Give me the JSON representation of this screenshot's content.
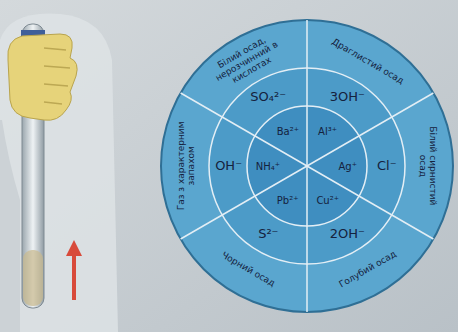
{
  "diagram": {
    "nodes": [
      {
        "text": [
          "Білий осад, нерозчинний в кислотах"
        ]
      },
      {
        "text": [
          "Драглистий осад"
        ]
      },
      {
        "text": [
          "Білий сирнистий осад"
        ]
      },
      {
        "text": [
          "Голубий осад"
        ]
      },
      {
        "text": [
          "Чорний осад"
        ]
      },
      {
        "text": [
          "Газ з характерним запахом"
        ]
      },
      {
        "text": [
          "SO₄²⁻"
        ]
      },
      {
        "text": [
          "3OH⁻"
        ]
      },
      {
        "text": [
          "Cl⁻"
        ]
      },
      {
        "text": [
          "2OH⁻"
        ]
      },
      {
        "text": [
          "S²⁻"
        ]
      },
      {
        "text": [
          "OH⁻"
        ]
      },
      {
        "text": [
          "Ba²⁺"
        ]
      },
      {
        "text": [
          "Al³⁺"
        ]
      },
      {
        "text": [
          "Ag⁺"
        ]
      },
      {
        "text": [
          "Cu²⁺"
        ]
      },
      {
        "text": [
          "Pb²⁺"
        ]
      },
      {
        "text": [
          "NH₄⁺"
        ]
      }
    ]
  }
}
